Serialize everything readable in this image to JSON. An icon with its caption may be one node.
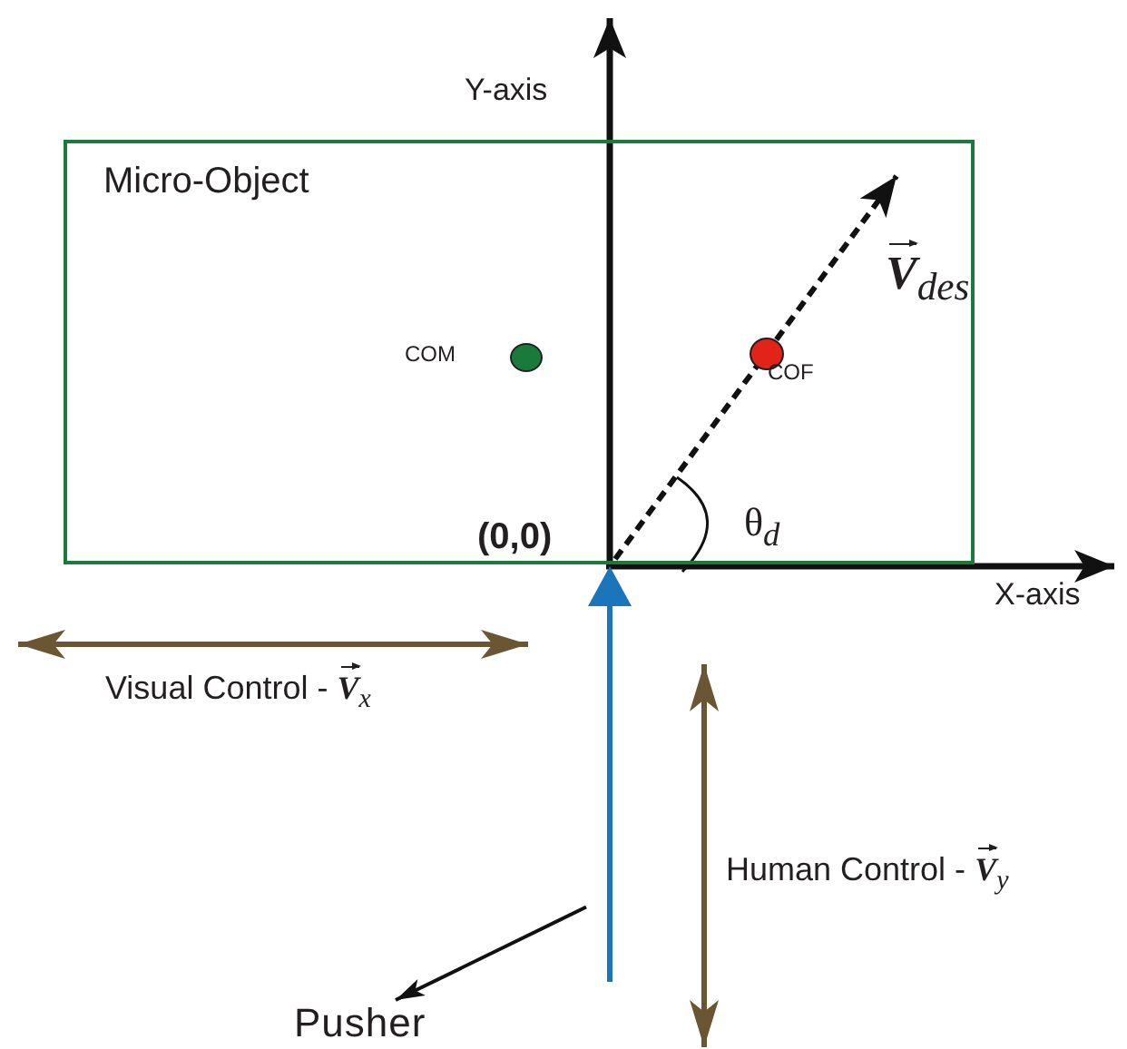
{
  "diagram": {
    "nodes": [
      {
        "text": [
          "Micro-Object"
        ]
      },
      {
        "text": [],
        "shape": "circle",
        "in": 0,
        "beside": [
          "COM"
        ]
      },
      {
        "text": [],
        "shape": "circle",
        "in": 0,
        "beside": [
          "COF"
        ]
      },
      {
        "text": [],
        "shape": "bar"
      },
      {
        "text": [
          "Pusher"
        ]
      }
    ],
    "edges": [
      {
        "from": 3,
        "to": 4,
        "arrow": "to"
      }
    ],
    "labels": [
      "Y-axis",
      "*V*$_{des}$",
      "(0,0)",
      "θ$_{d}$",
      "X-axis",
      "Visual Control - *V*$_{x}$",
      "Human Control - *V*$_{y}$"
    ]
  }
}
